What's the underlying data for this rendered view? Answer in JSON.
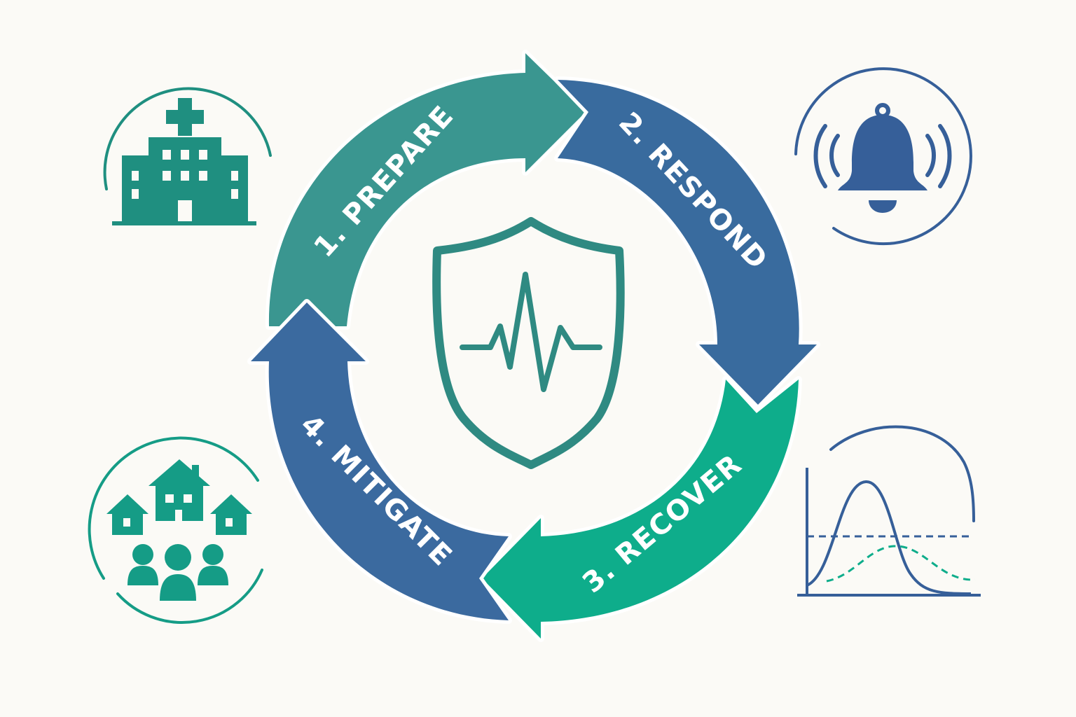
{
  "cycle": {
    "stages": [
      {
        "number": 1,
        "label": "1. PREPARE",
        "color": "#3a9690"
      },
      {
        "number": 2,
        "label": "2. RESPOND",
        "color": "#396b9e"
      },
      {
        "number": 3,
        "label": "3. RECOVER",
        "color": "#0ead8b"
      },
      {
        "number": 4,
        "label": "4. MITIGATE",
        "color": "#3b6a9f"
      }
    ],
    "center_icon": "shield-heartbeat-icon",
    "center_color": "#2f8a82"
  },
  "corner_icons": [
    {
      "position": "top-left",
      "icon": "hospital-icon",
      "color": "#1f8f80"
    },
    {
      "position": "top-right",
      "icon": "alarm-bell-icon",
      "color": "#365f99"
    },
    {
      "position": "bottom-left",
      "icon": "community-icon",
      "color": "#159c86"
    },
    {
      "position": "bottom-right",
      "icon": "epidemic-curve-icon",
      "color": "#365f99"
    }
  ]
}
